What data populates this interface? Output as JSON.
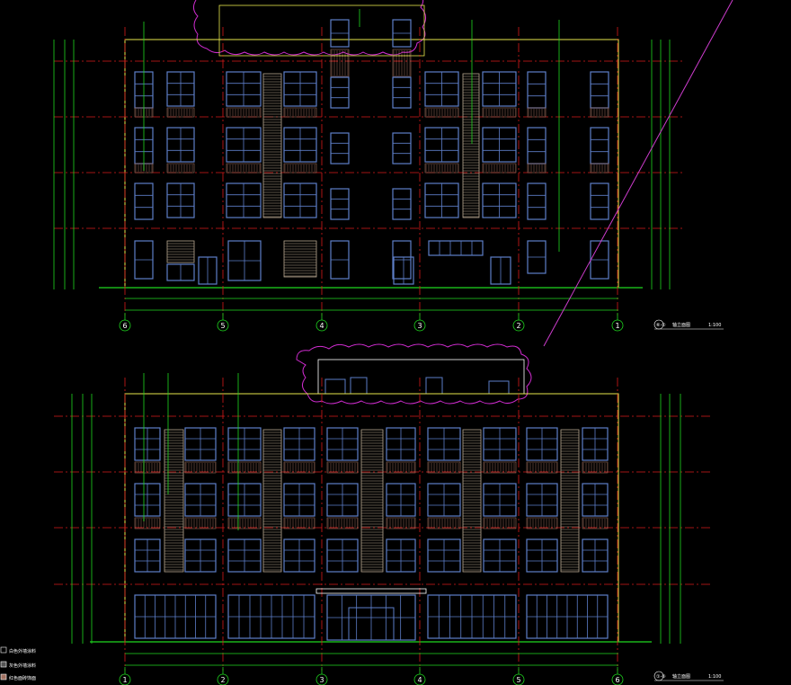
{
  "drawing": {
    "top_elevation": {
      "axes": [
        "6",
        "5",
        "4",
        "3",
        "2",
        "1"
      ],
      "caption_symbol": "⑥-①",
      "caption_label": "轴立面图",
      "scale": "1:100"
    },
    "bottom_elevation": {
      "axes": [
        "1",
        "2",
        "3",
        "4",
        "5",
        "6"
      ],
      "caption_symbol": "①-⑥",
      "caption_label": "轴立面图",
      "scale": "1:100"
    },
    "legend": [
      "白色外墙涂料",
      "灰色外墙涂料",
      "红色面砖饰面"
    ]
  },
  "colors": {
    "background": "#000000",
    "axis_line": "#d81a1a",
    "dimension": "#1fd81f",
    "outline": "#e6e64d",
    "window": "#5d7ec8",
    "louver": "#b8a890",
    "brick_band": "#a07060",
    "cloud": "#d02cd0",
    "leader": "#cc3ccc",
    "text": "#ffffff"
  }
}
